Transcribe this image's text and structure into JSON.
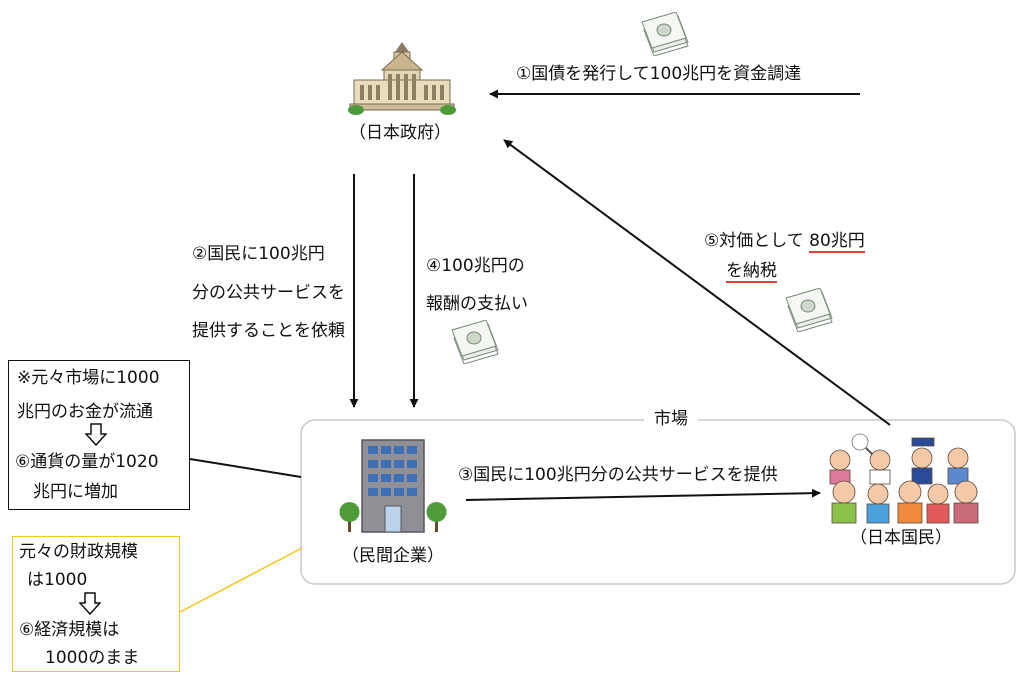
{
  "nodes": {
    "government": "（日本政府）",
    "company": "（民間企業）",
    "citizens": "（日本国民）"
  },
  "market": {
    "label": "市場"
  },
  "steps": {
    "step1": "①国債を発行して100兆円を資金調達",
    "step2": [
      "②国民に100兆円",
      "分の公共サービスを",
      "提供することを依頼"
    ],
    "step3": "③国民に100兆円分の公共サービスを提供",
    "step4": [
      "④100兆円の",
      "報酬の支払い"
    ],
    "step5": {
      "line1_prefix": "⑤対価として ",
      "line1_amount": "80兆円",
      "line2": "を納税"
    }
  },
  "notes": {
    "money": {
      "line1": "※元々市場に1000",
      "line2": "兆円のお金が流通",
      "line3": "⑥通貨の量が1020",
      "line4": "兆円に増加"
    },
    "economy": {
      "line1": "元々の財政規模",
      "line2": "は1000",
      "line3": "⑥経済規模は",
      "line4": "1000のまま"
    }
  },
  "colors": {
    "accent_underline": "#e23b3b",
    "note_border_yellow": "#f5c518",
    "market_border": "#c8c8c8",
    "arrow": "#111111"
  },
  "icons": [
    "parliament-building-icon",
    "office-building-icon",
    "people-group-icon",
    "money-stack-icon"
  ]
}
